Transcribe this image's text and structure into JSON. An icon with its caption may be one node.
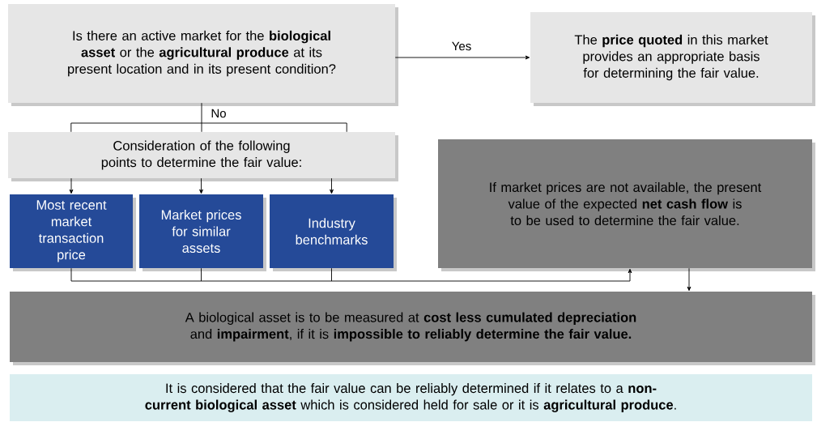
{
  "diagram": {
    "nodes": [
      {
        "text": [
          "Is there an active market for the **biological asset** or the **agricultural produce** at its present location and in its present condition?"
        ]
      },
      {
        "text": [
          "The **price quoted** in this market provides an appropriate basis for determining the fair value."
        ]
      },
      {
        "text": [
          "Consideration of the following points to determine the fair value:"
        ]
      },
      {
        "text": [
          "Most recent market transaction price"
        ]
      },
      {
        "text": [
          "Market prices for similar assets"
        ]
      },
      {
        "text": [
          "Industry benchmarks"
        ]
      },
      {
        "text": [
          "If market prices are not available, the present value of the expected **net cash flow** is to be used to determine the fair value."
        ]
      },
      {
        "text": [
          "A biological asset is to be measured at **cost less cumulated depreciation** and **impairment**, if it is **impossible to reliably determine the fair value.**"
        ]
      },
      {
        "text": [
          "It is considered that the fair value can be reliably determined if it relates to a **non-current biological asset** which is considered held for sale or it is **agricultural produce**."
        ]
      }
    ],
    "edges": [
      {
        "from": 0,
        "to": 1,
        "arrow": "to",
        "label": "Yes"
      },
      {
        "from": 0,
        "to": 2,
        "arrow": "none",
        "label": "No"
      },
      {
        "from": 2,
        "to": 3,
        "arrow": "to"
      },
      {
        "from": 2,
        "to": 4,
        "arrow": "to"
      },
      {
        "from": 2,
        "to": 5,
        "arrow": "to"
      },
      {
        "from": 3,
        "to": 6,
        "arrow": "to"
      },
      {
        "from": 4,
        "to": 6,
        "arrow": "to"
      },
      {
        "from": 5,
        "to": 6,
        "arrow": "to"
      },
      {
        "from": 6,
        "to": 7,
        "arrow": "to"
      }
    ]
  }
}
